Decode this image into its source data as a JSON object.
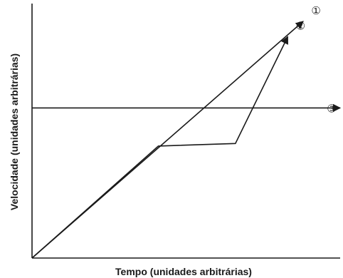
{
  "chart_data": {
    "type": "line",
    "xlabel": "Tempo (unidades arbitrárias)",
    "ylabel": "Velocidade (unidades arbitrárias)",
    "xlim": [
      0,
      10
    ],
    "ylim": [
      0,
      10
    ],
    "grid": false,
    "series": [
      {
        "marker": "①",
        "x": [
          0,
          8.8
        ],
        "y": [
          0,
          9.3
        ]
      },
      {
        "marker": "②",
        "x": [
          0,
          4.1,
          6.6,
          8.3
        ],
        "y": [
          0,
          4.4,
          4.5,
          8.7
        ]
      },
      {
        "marker": "③",
        "x": [
          0,
          10
        ],
        "y": [
          5.9,
          5.9
        ]
      }
    ]
  }
}
